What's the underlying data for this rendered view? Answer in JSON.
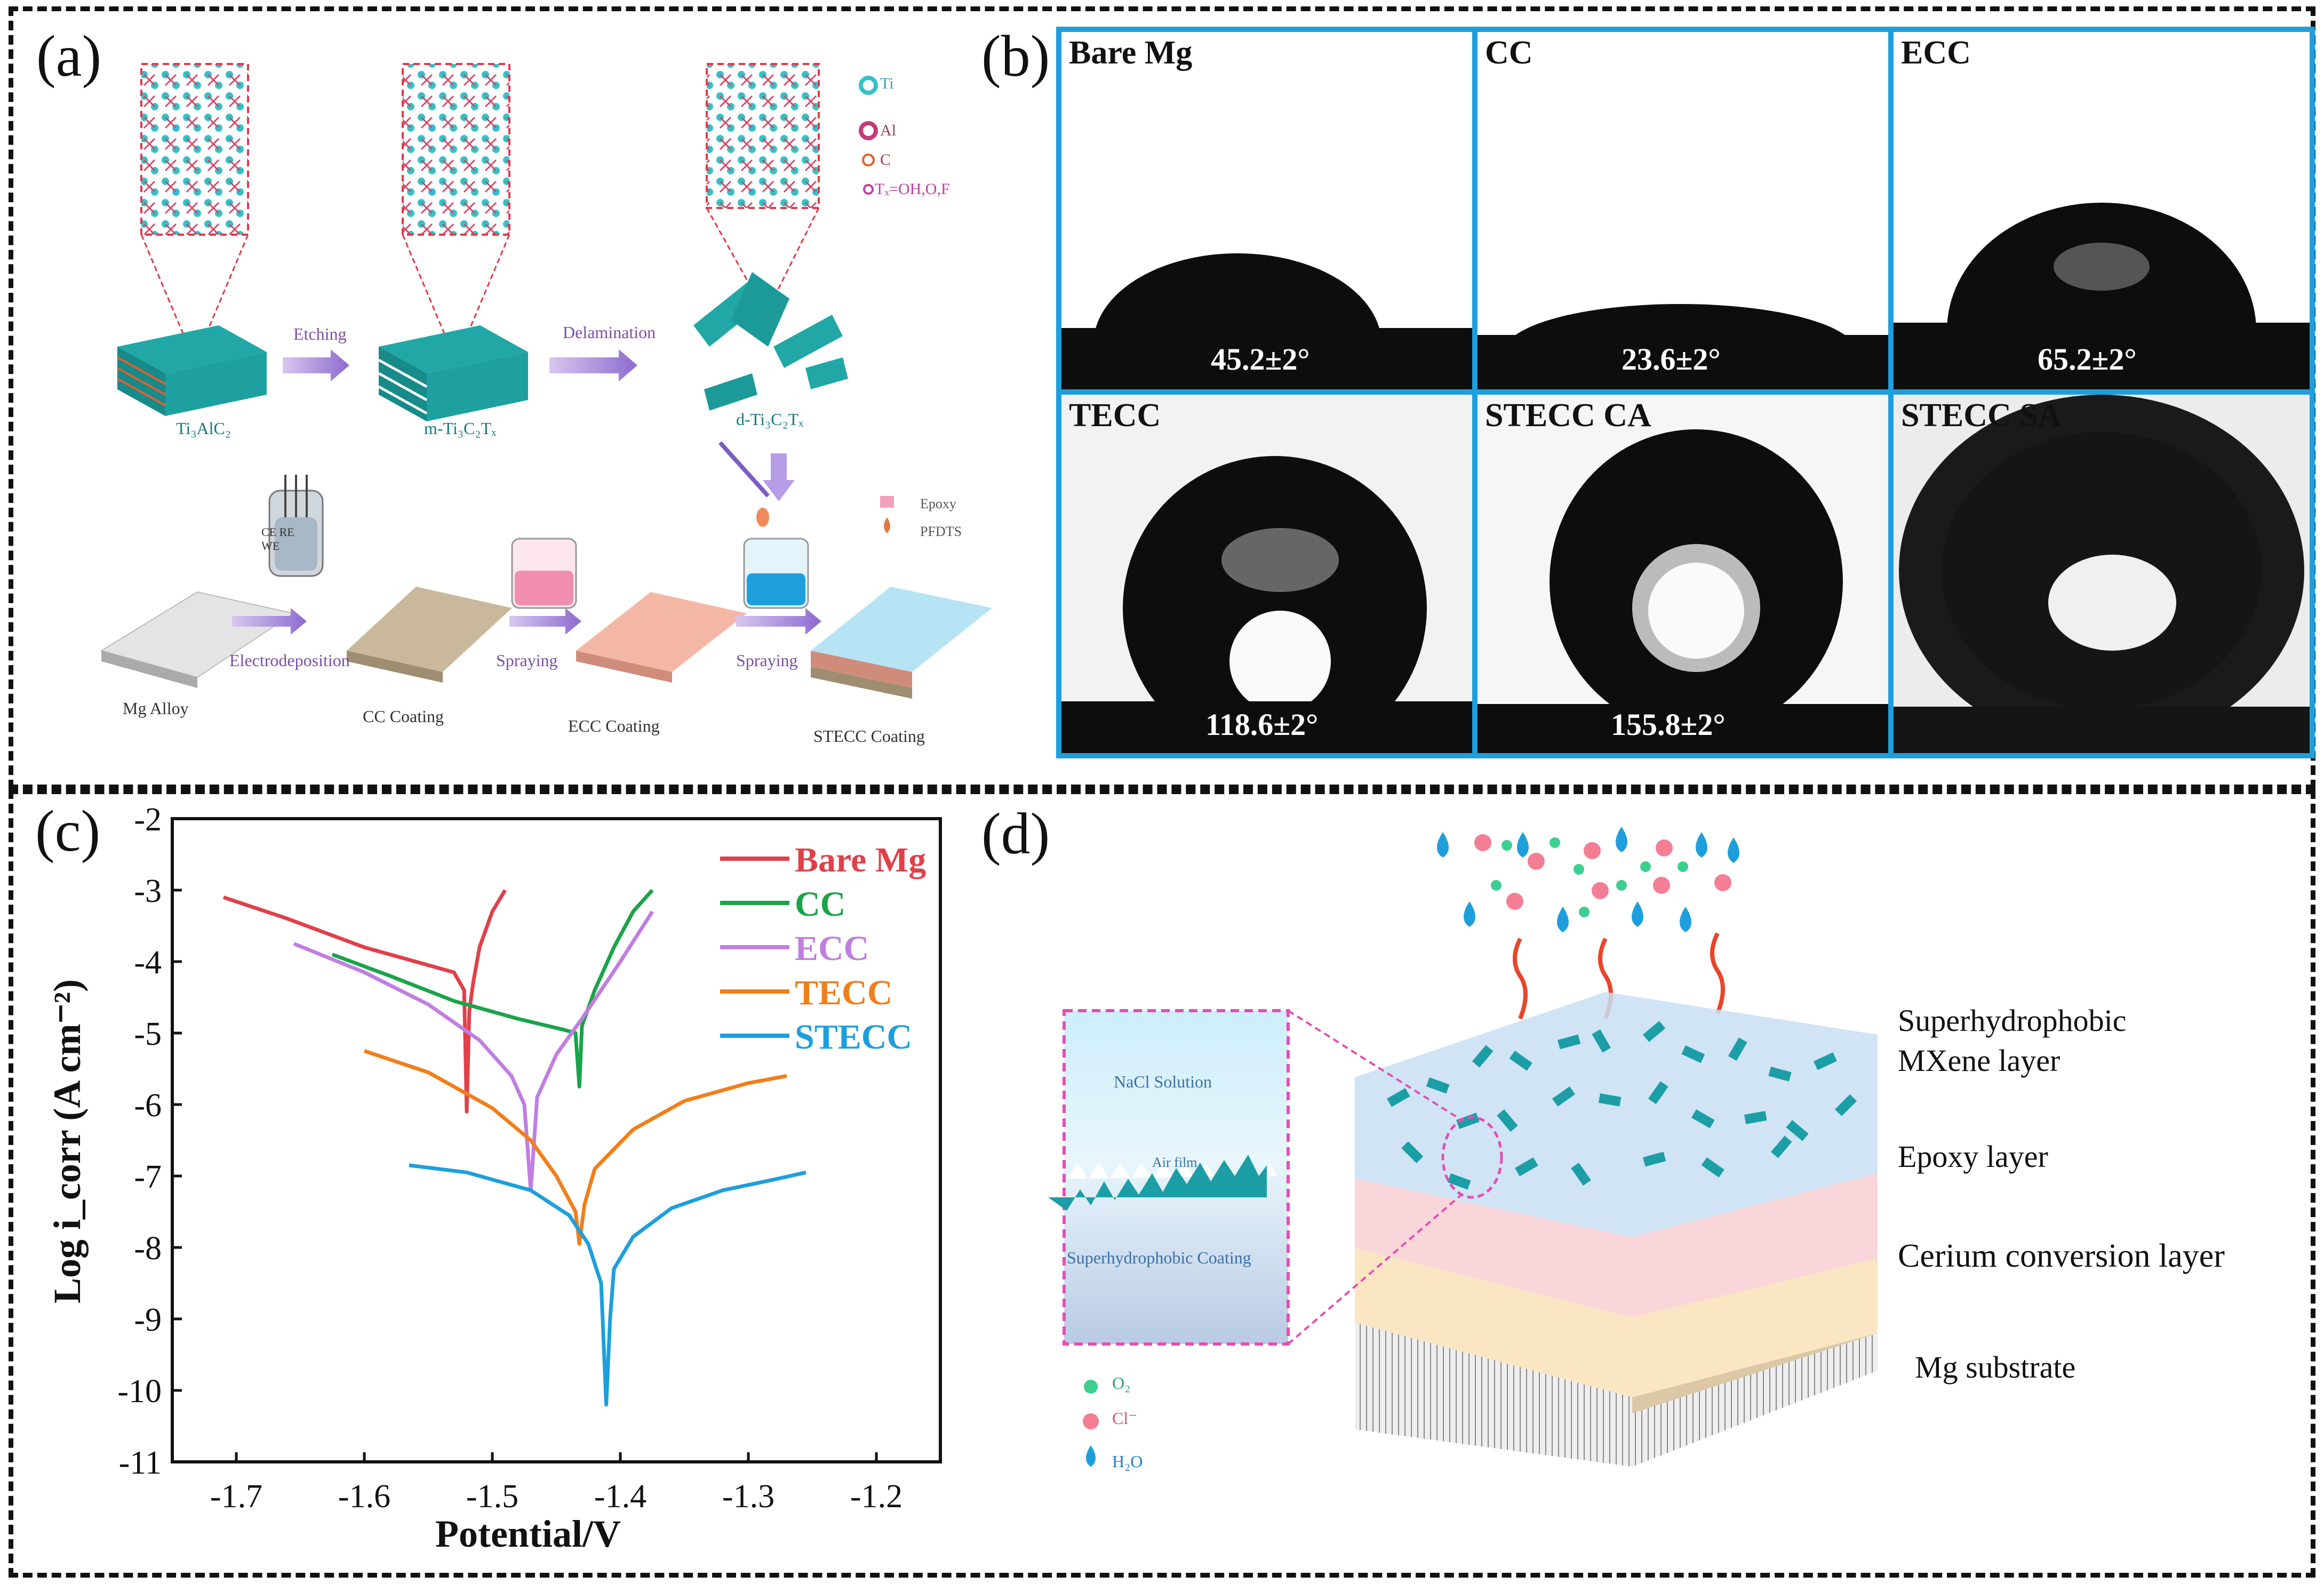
{
  "panels": {
    "a": {
      "label": "(a)",
      "legend": {
        "ti": "Ti",
        "al": "Al",
        "c": "C",
        "tx": "Tₓ=OH,O,F",
        "epoxy": "Epoxy",
        "pfdts": "PFDTS"
      },
      "steps": {
        "etching": "Etching",
        "delamination": "Delamination",
        "electrodeposition": "Electrodeposition",
        "spraying1": "Spraying",
        "spraying2": "Spraying"
      },
      "materials": {
        "m1": "Ti₃AlC₂",
        "m2": "m-Ti₃C₂Tₓ",
        "m3": "d-Ti₃C₂Tₓ"
      },
      "electrodes": "CE RE WE",
      "coatings": {
        "mg": "Mg Alloy",
        "cc": "CC Coating",
        "ecc": "ECC Coating",
        "stecc": "STECC Coating"
      }
    },
    "b": {
      "label": "(b)",
      "cells": [
        {
          "name": "Bare Mg",
          "angle": "45.2±2°"
        },
        {
          "name": "CC",
          "angle": "23.6±2°"
        },
        {
          "name": "ECC",
          "angle": "65.2±2°"
        },
        {
          "name": "TECC",
          "angle": "118.6±2°"
        },
        {
          "name": "STECC CA",
          "angle": "155.8±2°"
        },
        {
          "name": "STECC SA",
          "angle": ""
        }
      ],
      "colors": {
        "border": "#1e9fdc"
      }
    },
    "c": {
      "label": "(c)"
    },
    "d": {
      "label": "(d)",
      "inset": {
        "nacl": "NaCl Solution",
        "air": "Air film",
        "coating": "Superhydrophobic Coating"
      },
      "layers": {
        "l1a": "Superhydrophobic",
        "l1b": "MXene layer",
        "l2": "Epoxy layer",
        "l3": "Cerium conversion layer",
        "l4": "Mg substrate"
      },
      "legend": {
        "o2": "O₂",
        "cl": "Cl⁻",
        "h2o": "H₂O"
      }
    }
  },
  "chart_data": {
    "type": "line",
    "xlabel": "Potential/V",
    "ylabel": "Log i_corr (A cm⁻²)",
    "xlim": [
      -1.75,
      -1.15
    ],
    "ylim": [
      -11,
      -2
    ],
    "xticks": [
      -1.7,
      -1.6,
      -1.5,
      -1.4,
      -1.3,
      -1.2
    ],
    "yticks": [
      -2,
      -3,
      -4,
      -5,
      -6,
      -7,
      -8,
      -9,
      -10,
      -11
    ],
    "legend_position": "top-right",
    "series": [
      {
        "name": "Bare Mg",
        "color": "#e0404a",
        "x": [
          -1.71,
          -1.66,
          -1.6,
          -1.56,
          -1.53,
          -1.522,
          -1.52,
          -1.518,
          -1.515,
          -1.51,
          -1.5,
          -1.49
        ],
        "y": [
          -3.1,
          -3.4,
          -3.8,
          -4.0,
          -4.15,
          -4.4,
          -6.1,
          -4.7,
          -4.3,
          -3.8,
          -3.3,
          -3.0
        ]
      },
      {
        "name": "CC",
        "color": "#1ba34a",
        "x": [
          -1.625,
          -1.58,
          -1.53,
          -1.48,
          -1.445,
          -1.435,
          -1.432,
          -1.43,
          -1.42,
          -1.405,
          -1.39,
          -1.375
        ],
        "y": [
          -3.9,
          -4.2,
          -4.55,
          -4.8,
          -4.95,
          -5.0,
          -5.75,
          -4.9,
          -4.4,
          -3.8,
          -3.3,
          -3.0
        ]
      },
      {
        "name": "ECC",
        "color": "#c07fe0",
        "x": [
          -1.655,
          -1.6,
          -1.55,
          -1.51,
          -1.485,
          -1.475,
          -1.47,
          -1.465,
          -1.45,
          -1.43,
          -1.4,
          -1.375
        ],
        "y": [
          -3.75,
          -4.15,
          -4.6,
          -5.1,
          -5.6,
          -6.0,
          -7.2,
          -5.9,
          -5.3,
          -4.8,
          -4.0,
          -3.3
        ]
      },
      {
        "name": "TECC",
        "color": "#f07f1b",
        "x": [
          -1.6,
          -1.55,
          -1.5,
          -1.47,
          -1.45,
          -1.435,
          -1.432,
          -1.428,
          -1.42,
          -1.39,
          -1.35,
          -1.3,
          -1.27
        ],
        "y": [
          -5.25,
          -5.55,
          -6.05,
          -6.5,
          -7.0,
          -7.5,
          -7.95,
          -7.4,
          -6.9,
          -6.35,
          -5.95,
          -5.7,
          -5.6
        ]
      },
      {
        "name": "STECC",
        "color": "#1e9fdc",
        "x": [
          -1.565,
          -1.52,
          -1.47,
          -1.44,
          -1.425,
          -1.415,
          -1.411,
          -1.408,
          -1.405,
          -1.39,
          -1.36,
          -1.32,
          -1.28,
          -1.255
        ],
        "y": [
          -6.85,
          -6.95,
          -7.2,
          -7.55,
          -7.95,
          -8.5,
          -10.2,
          -9.0,
          -8.3,
          -7.85,
          -7.45,
          -7.2,
          -7.05,
          -6.95
        ]
      }
    ]
  }
}
